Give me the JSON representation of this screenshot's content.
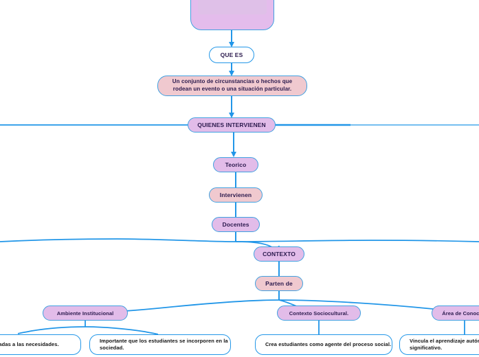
{
  "diagram": {
    "title_node": {
      "icon": "camera-image-placeholder-icon",
      "label": ""
    },
    "nodes": {
      "que_es": "QUE ES",
      "definicion": "Un conjunto de circunstancias o hechos que rodean un evento o una situación particular.",
      "quienes_intervienen": "QUIENES INTERVIENEN",
      "teorico": "Teorico",
      "intervienen": "Intervienen",
      "docentes": "Docentes",
      "contexto": "CONTEXTO",
      "parten_de": "Parten de",
      "ambiente_institucional": "Ambiente Institucional",
      "contexto_sociocultural": "Contexto Sociocultural.",
      "area_de_conocimiento": "Área de Conocimiento",
      "leaf_vinculadas": "Están vinculadas a las necesidades.",
      "leaf_importante": "Importante que los estudiantes se incorporen en la sociedad.",
      "leaf_crea": "Crea estudiantes como agente del proceso social.",
      "leaf_vincula": "Vincula el aprendizaje autónomo y significativo."
    },
    "colors": {
      "purple_fill": "#e2bce9",
      "pink_fill": "#f0c9cf",
      "edge_blue": "#2196e8",
      "node_border": "#3fa0e0",
      "text_dark": "#2b1a4d"
    }
  }
}
